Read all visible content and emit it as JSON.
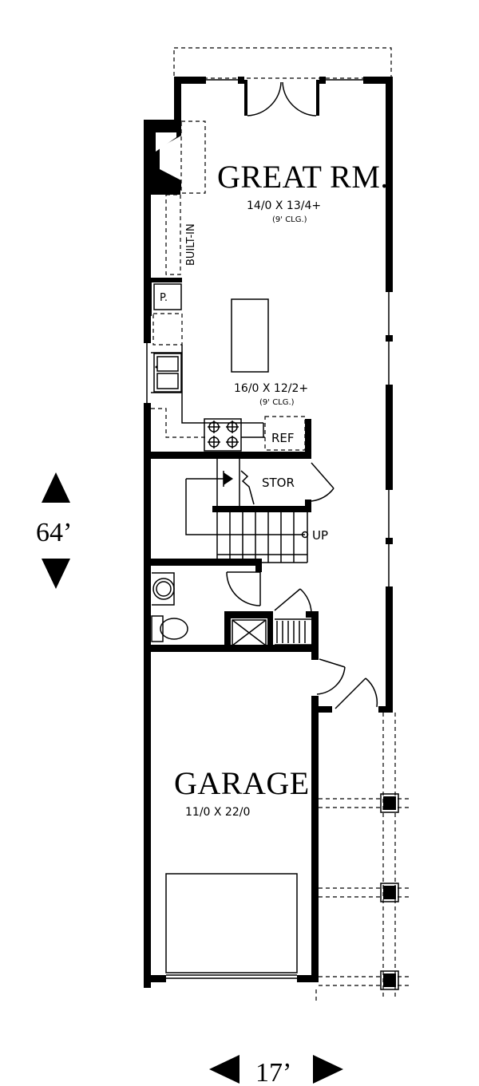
{
  "rooms": {
    "great_room": {
      "name": "GREAT RM.",
      "size": "14/0 X 13/4+",
      "ceiling": "(9' CLG.)"
    },
    "kitchen": {
      "size": "16/0 X 12/2+",
      "ceiling": "(9' CLG.)"
    },
    "garage": {
      "name": "GARAGE",
      "size": "11/0 X 22/0"
    }
  },
  "labels": {
    "built_in": "BUILT-IN",
    "pantry": "P.",
    "refrigerator": "REF",
    "storage": "STOR",
    "stairs_up": "UP"
  },
  "dimensions": {
    "depth": "64’",
    "width": "17’"
  }
}
